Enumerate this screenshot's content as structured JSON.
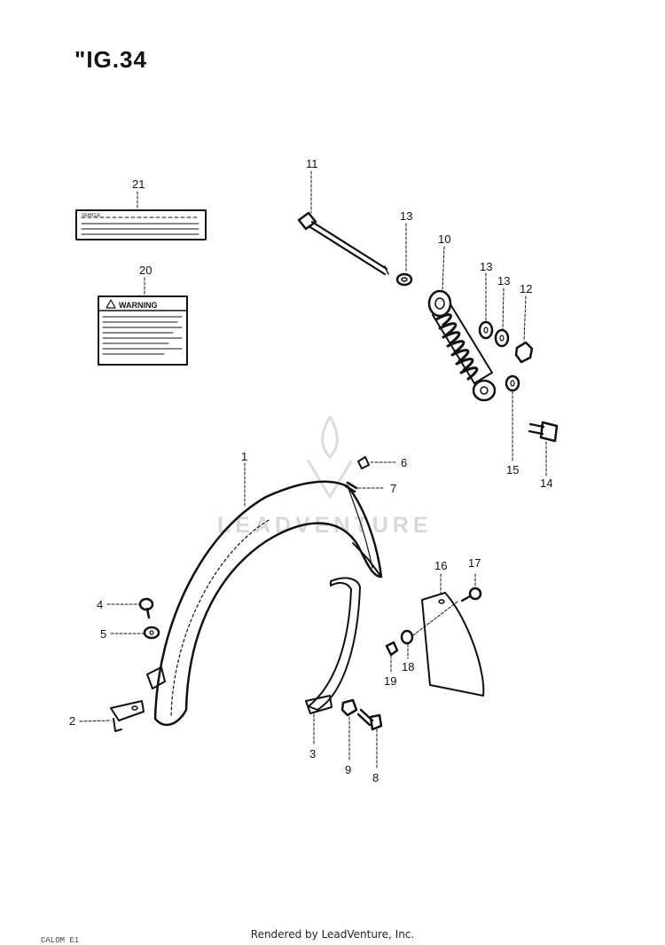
{
  "figure": {
    "title": "\"IG.34"
  },
  "watermark": {
    "text": "LEADVENTURE"
  },
  "footer": {
    "rendered_by": "Rendered by LeadVenture, Inc.",
    "corner_code": "CALOM E1"
  },
  "labels": {
    "warning": "WARNING",
    "vehicle": "VEHICLE"
  },
  "callouts": [
    {
      "id": "p1",
      "number": "1"
    },
    {
      "id": "p2",
      "number": "2"
    },
    {
      "id": "p3",
      "number": "3"
    },
    {
      "id": "p4",
      "number": "4"
    },
    {
      "id": "p5",
      "number": "5"
    },
    {
      "id": "p6",
      "number": "6"
    },
    {
      "id": "p7",
      "number": "7"
    },
    {
      "id": "p8",
      "number": "8"
    },
    {
      "id": "p9",
      "number": "9"
    },
    {
      "id": "p10",
      "number": "10"
    },
    {
      "id": "p11",
      "number": "11"
    },
    {
      "id": "p12",
      "number": "12"
    },
    {
      "id": "p13a",
      "number": "13"
    },
    {
      "id": "p13b",
      "number": "13"
    },
    {
      "id": "p13c",
      "number": "13"
    },
    {
      "id": "p14",
      "number": "14"
    },
    {
      "id": "p15",
      "number": "15"
    },
    {
      "id": "p16",
      "number": "16"
    },
    {
      "id": "p17",
      "number": "17"
    },
    {
      "id": "p18",
      "number": "18"
    },
    {
      "id": "p19",
      "number": "19"
    },
    {
      "id": "p20",
      "number": "20"
    },
    {
      "id": "p21",
      "number": "21"
    }
  ]
}
